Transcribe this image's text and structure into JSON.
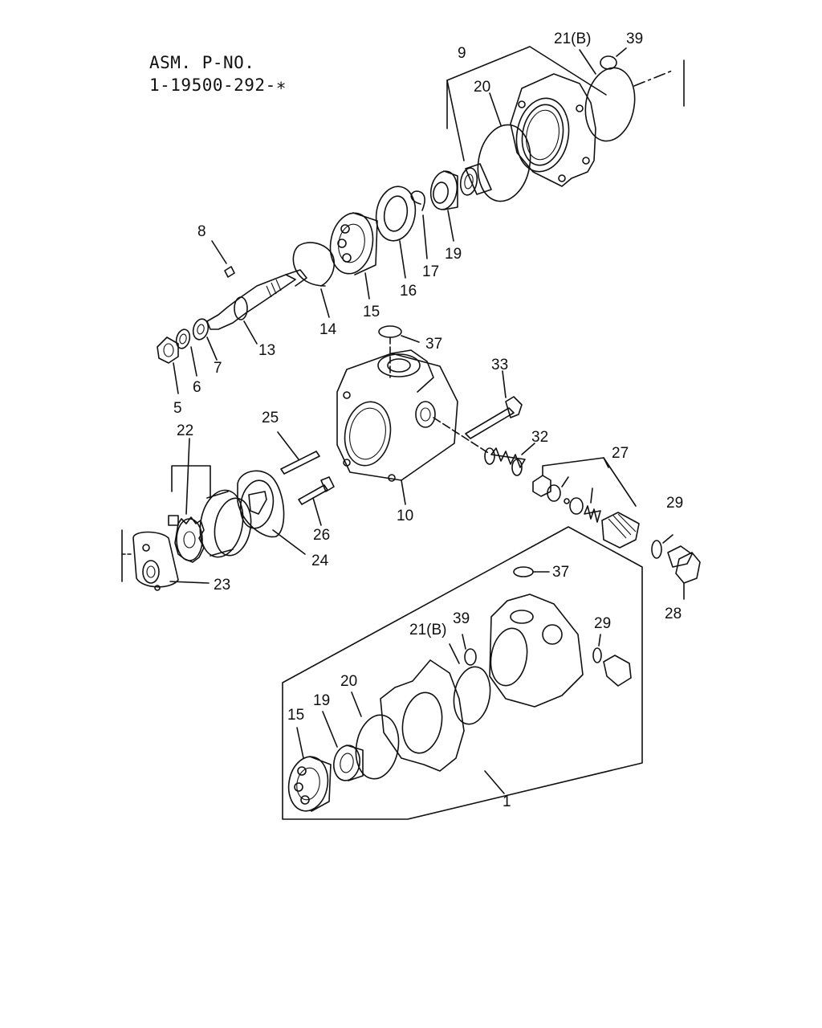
{
  "assembly": {
    "line1": "ASM. P-NO.",
    "line2": "1-19500-292-∗"
  },
  "callouts": {
    "p1": "1",
    "p5": "5",
    "p6": "6",
    "p7": "7",
    "p8": "8",
    "p9": "9",
    "p10": "10",
    "p13": "13",
    "p14": "14",
    "p15": "15",
    "p16": "16",
    "p17": "17",
    "p19": "19",
    "p20": "20",
    "p21b": "21(B)",
    "p22": "22",
    "p23": "23",
    "p24": "24",
    "p25": "25",
    "p26": "26",
    "p27": "27",
    "p28": "28",
    "p29": "29",
    "p32": "32",
    "p33": "33",
    "p37": "37",
    "p39": "39"
  }
}
